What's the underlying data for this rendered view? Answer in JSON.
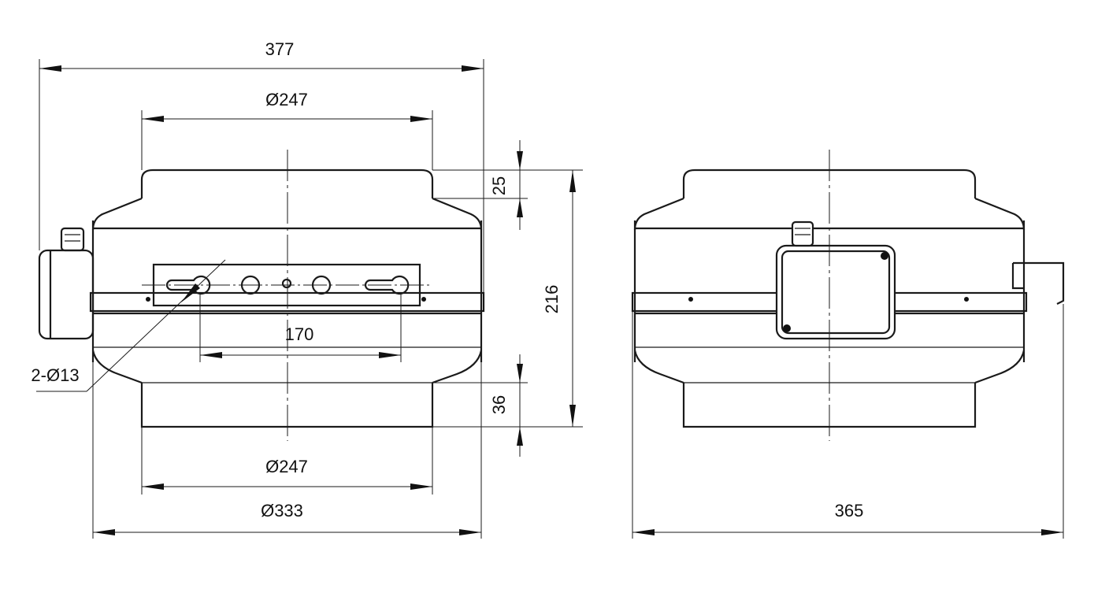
{
  "dimensions": {
    "overall_width": "377",
    "inlet_diameter_top": "Ø247",
    "flange_height_top": "25",
    "overall_height": "216",
    "bracket_hole_spacing": "170",
    "mounting_holes": "2-Ø13",
    "flange_height_bottom": "36",
    "outlet_diameter_bottom": "Ø247",
    "housing_diameter": "Ø333",
    "side_view_width": "365"
  }
}
